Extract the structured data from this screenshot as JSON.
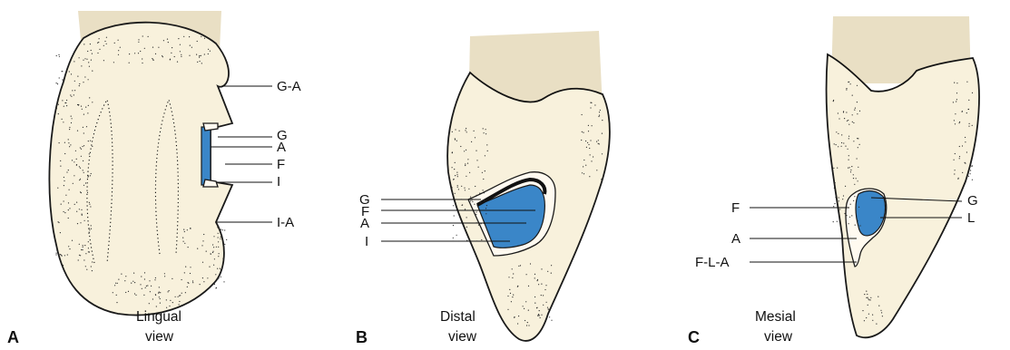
{
  "panels": [
    {
      "letter": "A",
      "caption_line1": "Lingual",
      "caption_line2": "view",
      "labels": [
        "G-A",
        "G",
        "A",
        "F",
        "I",
        "I-A"
      ]
    },
    {
      "letter": "B",
      "caption_line1": "Distal",
      "caption_line2": "view",
      "labels": [
        "G",
        "F",
        "A",
        "I"
      ]
    },
    {
      "letter": "C",
      "caption_line1": "Mesial",
      "caption_line2": "view",
      "labels_left": [
        "F",
        "A",
        "F-L-A"
      ],
      "labels_right": [
        "G",
        "L"
      ]
    }
  ],
  "colors": {
    "enamel": "#f8f1dc",
    "root": "#e9dfc4",
    "cavity_wall_blue": "#3a86c8",
    "outline": "#1a1a1a"
  }
}
